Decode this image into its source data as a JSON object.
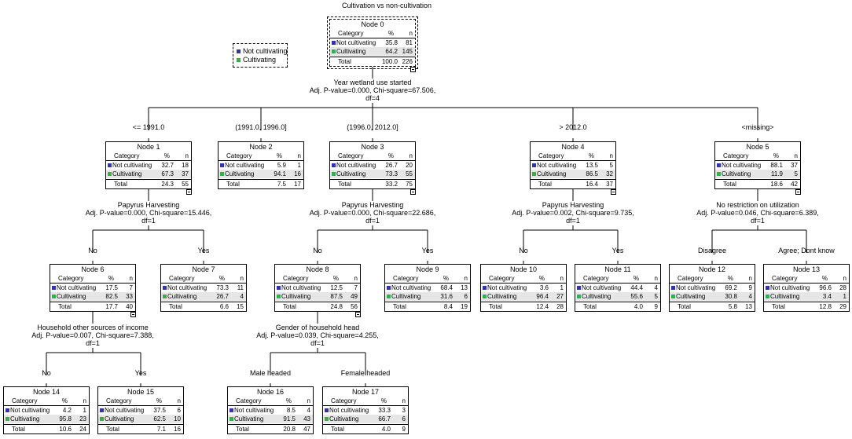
{
  "title": "Cultivation vs non-cultivation",
  "legend": [
    {
      "label": "Not cultivating",
      "color": "#3333a8"
    },
    {
      "label": "Cultivating",
      "color": "#2db34a"
    }
  ],
  "table_header": {
    "category": "Category",
    "pct": "%",
    "n": "n"
  },
  "total_label": "Total",
  "categories": [
    "Not cultivating",
    "Cultivating"
  ],
  "nodes": [
    {
      "id": "0",
      "title": "Node 0",
      "rows": [
        [
          "35.8",
          "81"
        ],
        [
          "64.2",
          "145"
        ]
      ],
      "total": [
        "100.0",
        "226"
      ]
    },
    {
      "id": "1",
      "title": "Node 1",
      "rows": [
        [
          "32.7",
          "18"
        ],
        [
          "67.3",
          "37"
        ]
      ],
      "total": [
        "24.3",
        "55"
      ]
    },
    {
      "id": "2",
      "title": "Node 2",
      "rows": [
        [
          "5.9",
          "1"
        ],
        [
          "94.1",
          "16"
        ]
      ],
      "total": [
        "7.5",
        "17"
      ]
    },
    {
      "id": "3",
      "title": "Node 3",
      "rows": [
        [
          "26.7",
          "20"
        ],
        [
          "73.3",
          "55"
        ]
      ],
      "total": [
        "33.2",
        "75"
      ]
    },
    {
      "id": "4",
      "title": "Node 4",
      "rows": [
        [
          "13.5",
          "5"
        ],
        [
          "86.5",
          "32"
        ]
      ],
      "total": [
        "16.4",
        "37"
      ]
    },
    {
      "id": "5",
      "title": "Node 5",
      "rows": [
        [
          "88.1",
          "37"
        ],
        [
          "11.9",
          "5"
        ]
      ],
      "total": [
        "18.6",
        "42"
      ]
    },
    {
      "id": "6",
      "title": "Node 6",
      "rows": [
        [
          "17.5",
          "7"
        ],
        [
          "82.5",
          "33"
        ]
      ],
      "total": [
        "17.7",
        "40"
      ]
    },
    {
      "id": "7",
      "title": "Node 7",
      "rows": [
        [
          "73.3",
          "11"
        ],
        [
          "26.7",
          "4"
        ]
      ],
      "total": [
        "6.6",
        "15"
      ]
    },
    {
      "id": "8",
      "title": "Node 8",
      "rows": [
        [
          "12.5",
          "7"
        ],
        [
          "87.5",
          "49"
        ]
      ],
      "total": [
        "24.8",
        "56"
      ]
    },
    {
      "id": "9",
      "title": "Node 9",
      "rows": [
        [
          "68.4",
          "13"
        ],
        [
          "31.6",
          "6"
        ]
      ],
      "total": [
        "8.4",
        "19"
      ]
    },
    {
      "id": "10",
      "title": "Node 10",
      "rows": [
        [
          "3.6",
          "1"
        ],
        [
          "96.4",
          "27"
        ]
      ],
      "total": [
        "12.4",
        "28"
      ]
    },
    {
      "id": "11",
      "title": "Node 11",
      "rows": [
        [
          "44.4",
          "4"
        ],
        [
          "55.6",
          "5"
        ]
      ],
      "total": [
        "4.0",
        "9"
      ]
    },
    {
      "id": "12",
      "title": "Node 12",
      "rows": [
        [
          "69.2",
          "9"
        ],
        [
          "30.8",
          "4"
        ]
      ],
      "total": [
        "5.8",
        "13"
      ]
    },
    {
      "id": "13",
      "title": "Node 13",
      "rows": [
        [
          "96.6",
          "28"
        ],
        [
          "3.4",
          "1"
        ]
      ],
      "total": [
        "12.8",
        "29"
      ]
    },
    {
      "id": "14",
      "title": "Node 14",
      "rows": [
        [
          "4.2",
          "1"
        ],
        [
          "95.8",
          "23"
        ]
      ],
      "total": [
        "10.6",
        "24"
      ]
    },
    {
      "id": "15",
      "title": "Node 15",
      "rows": [
        [
          "37.5",
          "6"
        ],
        [
          "62.5",
          "10"
        ]
      ],
      "total": [
        "7.1",
        "16"
      ]
    },
    {
      "id": "16",
      "title": "Node 16",
      "rows": [
        [
          "8.5",
          "4"
        ],
        [
          "91.5",
          "43"
        ]
      ],
      "total": [
        "20.8",
        "47"
      ]
    },
    {
      "id": "17",
      "title": "Node 17",
      "rows": [
        [
          "33.3",
          "3"
        ],
        [
          "66.7",
          "6"
        ]
      ],
      "total": [
        "4.0",
        "9"
      ]
    }
  ],
  "splits": [
    {
      "id": "s0",
      "lines": [
        "Year wetland use started",
        "Adj. P-value=0.000, Chi-square=67.506,",
        "df=4"
      ]
    },
    {
      "id": "s1",
      "lines": [
        "Papyrus Harvesting",
        "Adj. P-value=0.000, Chi-square=15.446,",
        "df=1"
      ]
    },
    {
      "id": "s3",
      "lines": [
        "Papyrus Harvesting",
        "Adj. P-value=0.000, Chi-square=22.686,",
        "df=1"
      ]
    },
    {
      "id": "s4",
      "lines": [
        "Papyrus Harvesting",
        "Adj. P-value=0.002, Chi-square=9.735,",
        "df=1"
      ]
    },
    {
      "id": "s5",
      "lines": [
        "No restriction on utilization",
        "Adj. P-value=0.046, Chi-square=6.389,",
        "df=1"
      ]
    },
    {
      "id": "s6",
      "lines": [
        "Household other sources of income",
        "Adj. P-value=0.007, Chi-square=7.388,",
        "df=1"
      ]
    },
    {
      "id": "s8",
      "lines": [
        "Gender of household head",
        "Adj. P-value=0.039, Chi-square=4.255,",
        "df=1"
      ]
    }
  ],
  "branches": {
    "b1": "<= 1991.0",
    "b2": "(1991.0, 1996.0]",
    "b3": "(1996.0, 2012.0]",
    "b4": "> 2012.0",
    "b5": "<missing>",
    "b6": "No",
    "b7": "Yes",
    "b8": "No",
    "b9": "Yes",
    "b10": "No",
    "b11": "Yes",
    "b12": "Disagree",
    "b13": "Agree; Dont know",
    "b14": "No",
    "b15": "Yes",
    "b16": "Male headed",
    "b17": "Female headed"
  }
}
